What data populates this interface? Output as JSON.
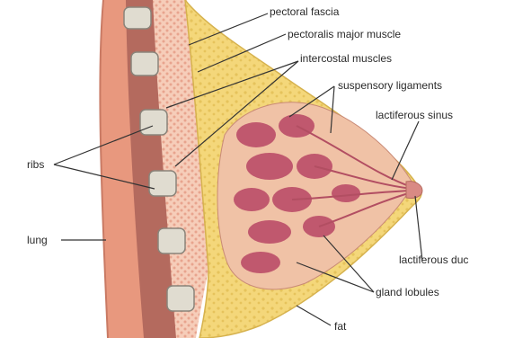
{
  "diagram": {
    "labels": {
      "pectoral_fascia": "pectoral fascia",
      "pectoralis_major": "pectoralis major muscle",
      "intercostal": "intercostal muscles",
      "suspensory": "suspensory ligaments",
      "lactiferous_sinus": "lactiferous sinus",
      "ribs": "ribs",
      "lung": "lung",
      "lactiferous_duct": "lactiferous duc",
      "gland_lobules": "gland lobules",
      "fat": "fat"
    },
    "colors": {
      "lung": "#e8987e",
      "fat": "#f4d77a",
      "muscle": "#f4c9b4",
      "lobule": "#c0586e",
      "rib": "#e0dcd0",
      "line": "#333333"
    }
  }
}
